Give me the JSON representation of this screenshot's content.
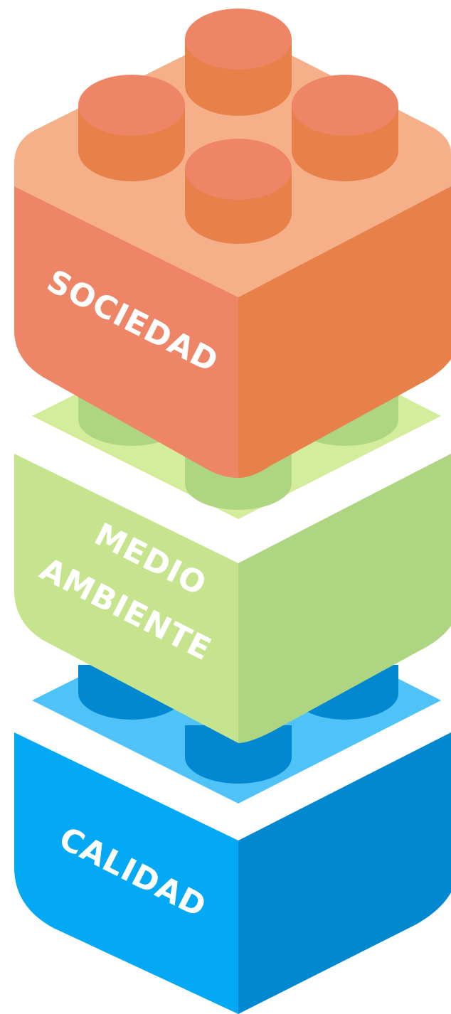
{
  "blocks": [
    {
      "id": "calidad",
      "label": "CALIDAD",
      "colors": {
        "top": "#4fc3f7",
        "left": "#03a9f4",
        "right": "#0288d1",
        "stud_side": "#0288d1",
        "stud_top": "#0288d1"
      }
    },
    {
      "id": "medio-ambiente",
      "label_line1": "MEDIO",
      "label_line2": "AMBIENTE",
      "colors": {
        "top": "#d4ed9c",
        "left": "#c5e48d",
        "right": "#aed581",
        "stud_side": "#aed581",
        "stud_top": "#aed581"
      }
    },
    {
      "id": "sociedad",
      "label": "SOCIEDAD",
      "colors": {
        "top": "#f5b08a",
        "left": "#ee8566",
        "right": "#e8804a",
        "stud_side": "#e8804a",
        "stud_top": "#ee8566"
      }
    }
  ]
}
